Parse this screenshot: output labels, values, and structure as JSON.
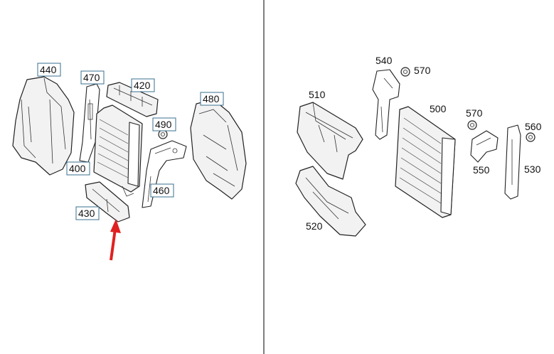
{
  "left_panel": {
    "labels": [
      "440",
      "470",
      "420",
      "480",
      "490",
      "400",
      "460",
      "430"
    ],
    "pointer_color": "#e02020"
  },
  "right_panel": {
    "labels": [
      "540",
      "570",
      "510",
      "500",
      "570",
      "560",
      "550",
      "530",
      "520"
    ]
  }
}
